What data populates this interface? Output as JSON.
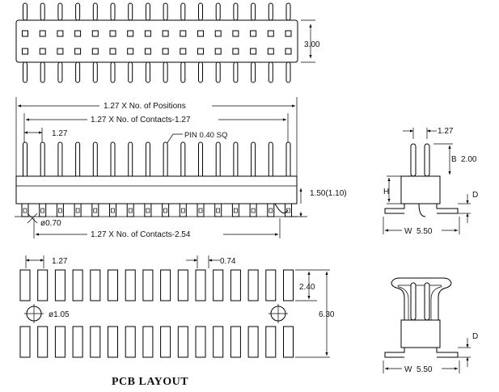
{
  "top_view": {
    "dim_height": "3.00"
  },
  "front_view": {
    "dim_positions": "1.27 X No. of Positions",
    "dim_contacts": "1.27 X No. of Contacts-1.27",
    "dim_pitch": "1.27",
    "pin_label": "PIN 0.40 SQ",
    "dim_standoff": "1.50(1.10)",
    "dim_hole": "ø0.70",
    "dim_bottom": "1.27 X No. of Contacts-2.54"
  },
  "side_view": {
    "dim_pitch": "1.27",
    "dim_b": "B",
    "dim_b_value": "2.00",
    "dim_h": "H",
    "dim_d": "D",
    "dim_w": "W",
    "dim_w_value": "5.50"
  },
  "pcb_layout": {
    "dim_pitch": "1.27",
    "dim_gap": "0.74",
    "dim_pad_len": "2.40",
    "dim_hole": "ø1.05",
    "dim_total": "6.30",
    "title": "PCB LAYOUT"
  },
  "smt_side_view": {
    "dim_d": "D",
    "dim_w": "W",
    "dim_w_value": "5.50"
  }
}
